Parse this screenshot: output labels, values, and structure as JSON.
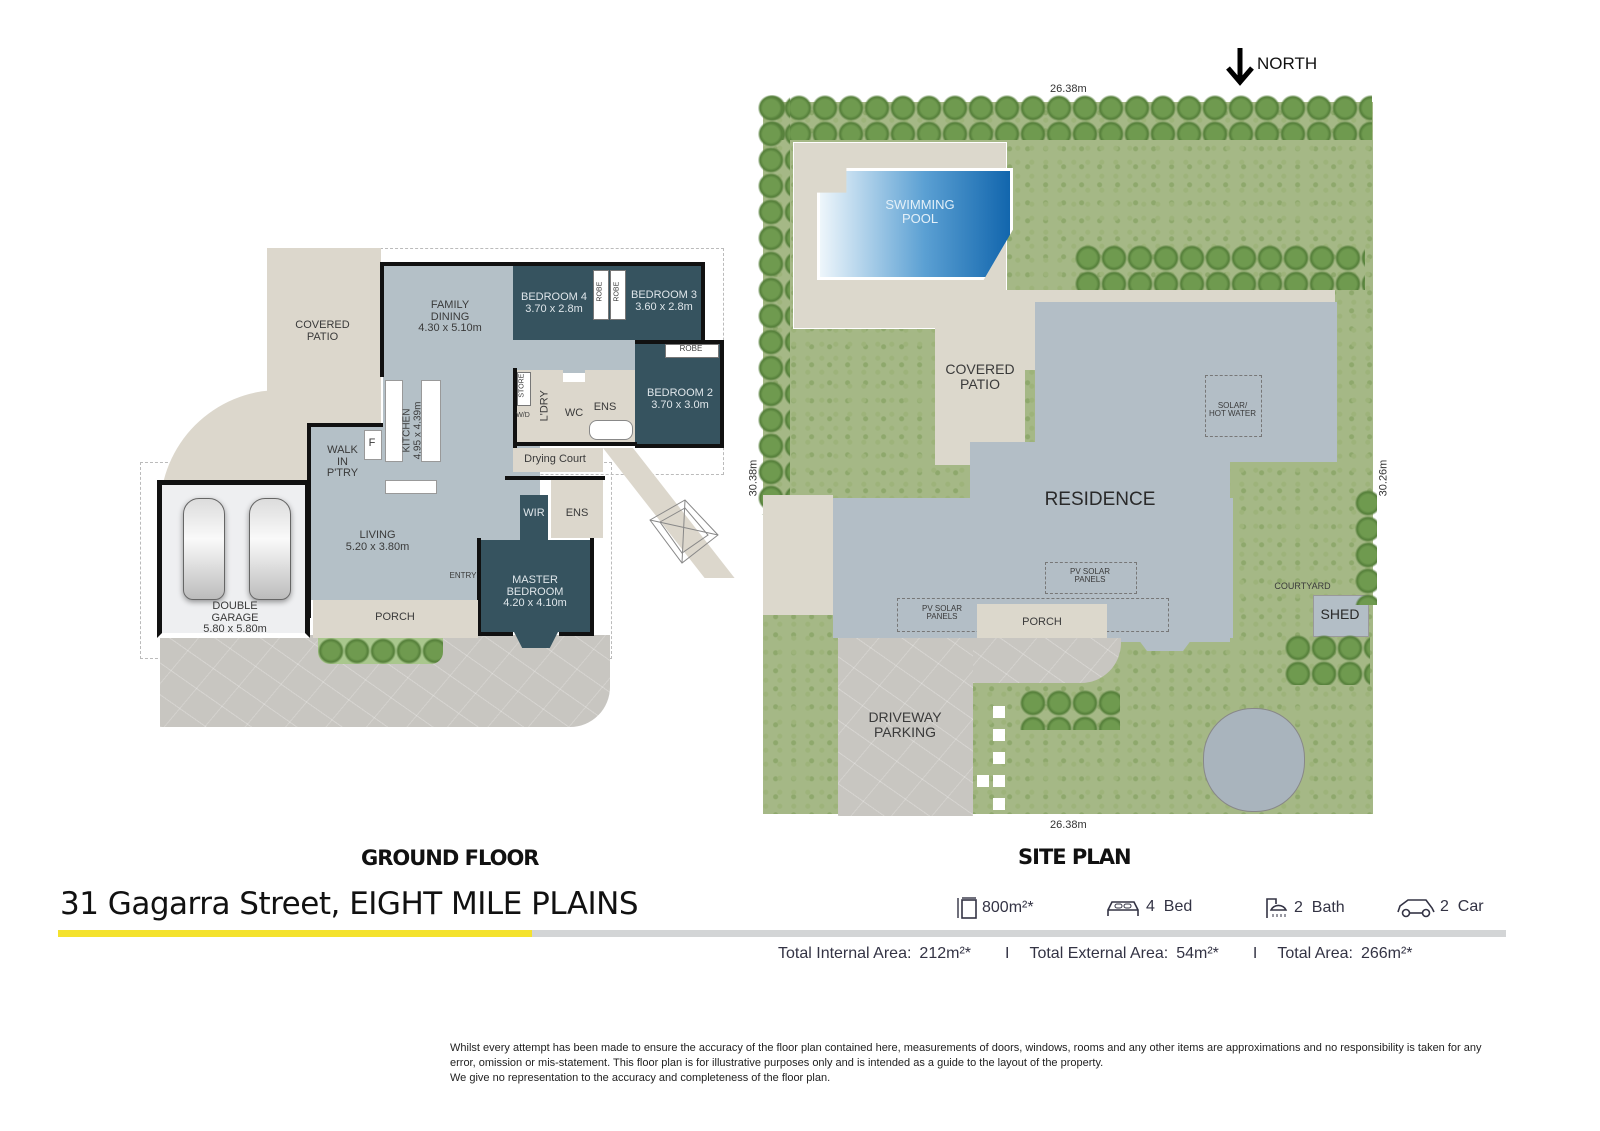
{
  "ground_floor": {
    "heading": "GROUND FLOOR",
    "rooms": {
      "covered_patio": {
        "name": "COVERED",
        "name2": "PATIO"
      },
      "family_dining": {
        "name": "FAMILY",
        "name2": "DINING",
        "size": "4.30 x 5.10m"
      },
      "bedroom4": {
        "name": "BEDROOM 4",
        "size": "3.70 x 2.8m"
      },
      "bedroom3": {
        "name": "BEDROOM 3",
        "size": "3.60 x 2.8m"
      },
      "robe_b4": "ROBE",
      "robe_b3": "ROBE",
      "robe_b2": "ROBE",
      "bedroom2": {
        "name": "BEDROOM 2",
        "size": "3.70 x 3.0m"
      },
      "kitchen": {
        "name": "KITCHEN",
        "size": "4.95 x 4.39m"
      },
      "store": "STORE",
      "ldry": "L'DRY",
      "wd": "W/D",
      "wc": "WC",
      "ens": "ENS",
      "drying_court": "Drying Court",
      "walk_in_pantry": {
        "l1": "WALK",
        "l2": "IN",
        "l3": "P'TRY"
      },
      "fridge": "F",
      "wir": "WIR",
      "master_ens": "ENS",
      "living": {
        "name": "LIVING",
        "size": "5.20 x 3.80m"
      },
      "entry": "ENTRY",
      "master_bedroom": {
        "name": "MASTER",
        "name2": "BEDROOM",
        "size": "4.20 x 4.10m"
      },
      "double_garage": {
        "name": "DOUBLE",
        "name2": "GARAGE",
        "size": "5.80 x 5.80m"
      },
      "porch": "PORCH"
    }
  },
  "site_plan": {
    "heading": "SITE PLAN",
    "north_label": "NORTH",
    "dim_top": "26.38m",
    "dim_bottom": "26.38m",
    "dim_left": "30.38m",
    "dim_right": "30.26m",
    "labels": {
      "pool": "SWIMMING",
      "pool2": "POOL",
      "covered_patio": "COVERED",
      "covered_patio2": "PATIO",
      "residence": "RESIDENCE",
      "solar_hot_water": "SOLAR/",
      "solar_hot_water2": "HOT WATER",
      "pv1": "PV SOLAR",
      "pv1b": "PANELS",
      "pv2": "PV SOLAR",
      "pv2b": "PANELS",
      "porch": "PORCH",
      "courtyard": "COURTYARD",
      "shed": "SHED",
      "driveway": "DRIVEWAY",
      "driveway2": "PARKING"
    }
  },
  "property": {
    "address": "31 Gagarra Street, EIGHT MILE PLAINS",
    "accent_color": "#f4e22e",
    "bar_color": "#d3d5d6",
    "features": [
      {
        "icon": "land-size-icon",
        "value": "800m²*"
      },
      {
        "icon": "bed-icon",
        "value": "4  Bed"
      },
      {
        "icon": "bath-icon",
        "value": "2  Bath"
      },
      {
        "icon": "car-icon",
        "value": "2  Car"
      }
    ],
    "areas": {
      "internal_label": "Total Internal Area:",
      "internal_value": "212m²*",
      "external_label": "Total External Area:",
      "external_value": "54m²*",
      "total_label": "Total Area:",
      "total_value": "266m²*",
      "separator": "I"
    }
  },
  "disclaimer": {
    "line1": "Whilst every attempt has been made to ensure the accuracy of the floor plan contained here, measurements of doors, windows, rooms and any other items are approximations and no responsibility is taken for any",
    "line2": "error, omission or mis-statement. This floor plan is for illustrative purposes only and is intended as a guide to the layout of the property.",
    "line3": "We give no representation to the accuracy and completeness of the floor plan."
  }
}
